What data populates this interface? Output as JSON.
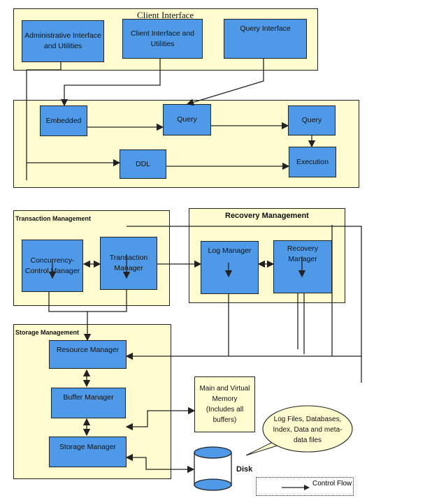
{
  "client_interface": {
    "title": "Client Interface",
    "admin": "Administrative Interface and Utilities",
    "client_utils": "Client Interface and Utilities",
    "query_interface": "Query Interface"
  },
  "processing": {
    "embedded": "Embedded",
    "query1": "Query",
    "query2": "Query",
    "ddl": "DDL",
    "execution": "Execution"
  },
  "transaction": {
    "title": "Transaction Management",
    "concurrency": "Concurrency-Control Manager",
    "transaction_manager": "Transaction Manager"
  },
  "recovery": {
    "title": "Recovery Management",
    "log_manager": "Log Manager",
    "recovery_manager": "Recovery Manager"
  },
  "storage": {
    "title": "Storage Management",
    "resource_manager": "Resource Manager",
    "buffer_manager": "Buffer Manager",
    "storage_manager": "Storage Manager"
  },
  "memory": "Main and Virtual Memory (Includes all buffers)",
  "callout": "Log Files, Databases, Index, Data and meta-data files",
  "disk": "Disk",
  "legend": "Control Flow",
  "colors": {
    "panel": "#fffdd0",
    "node": "#4f9ae8",
    "line": "#222222"
  }
}
